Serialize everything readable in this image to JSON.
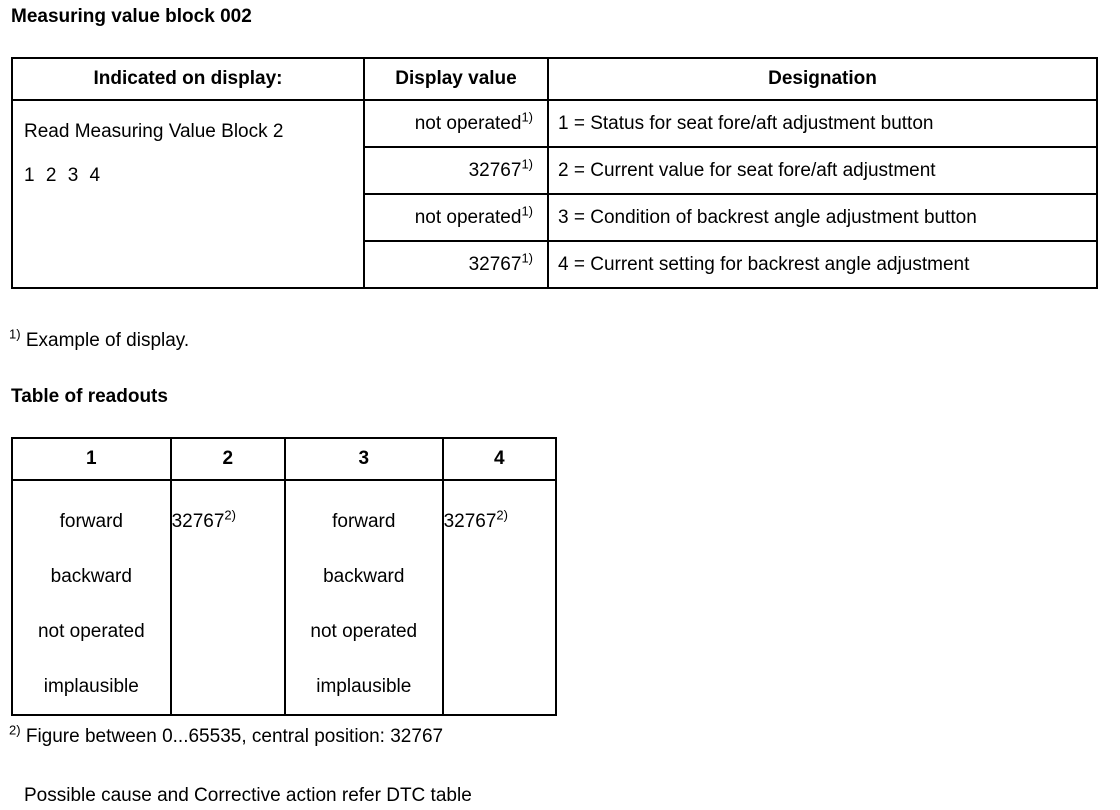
{
  "document": {
    "heading_main": "Measuring value block 002",
    "heading_readouts": "Table of readouts",
    "footnote_1_marker": "1)",
    "footnote_1_text": "Example of display.",
    "footnote_2_marker": "2)",
    "footnote_2_text": "Figure between 0...65535, central position: 32767",
    "closing_note": "Possible cause and Corrective action refer DTC table"
  },
  "measuring_value_table": {
    "headers": {
      "indicated": "Indicated on display:",
      "display_value": "Display value",
      "designation": "Designation"
    },
    "indicated_cell": {
      "line1": "Read Measuring Value Block 2",
      "line2": "1 2 3 4"
    },
    "rows": [
      {
        "display_value": "not operated",
        "display_value_sup": "1)",
        "designation": "1 = Status for seat fore/aft adjustment button"
      },
      {
        "display_value": "32767",
        "display_value_sup": "1)",
        "designation": "2 = Current value for seat fore/aft adjustment"
      },
      {
        "display_value": "not operated",
        "display_value_sup": "1)",
        "designation": "3 = Condition of backrest angle adjustment button"
      },
      {
        "display_value": "32767",
        "display_value_sup": "1)",
        "designation": "4 = Current setting for backrest angle adjustment"
      }
    ]
  },
  "readouts_table": {
    "headers": [
      "1",
      "2",
      "3",
      "4"
    ],
    "columns": [
      {
        "align": "center",
        "values": [
          "forward",
          "backward",
          "not operated",
          "implausible"
        ],
        "sup": ""
      },
      {
        "align": "left",
        "values": [
          "32767"
        ],
        "sup": "2)"
      },
      {
        "align": "center",
        "values": [
          "forward",
          "backward",
          "not operated",
          "implausible"
        ],
        "sup": ""
      },
      {
        "align": "left",
        "values": [
          "32767"
        ],
        "sup": "2)"
      }
    ]
  },
  "colors": {
    "page_background": "#ffffff",
    "text": "#000000",
    "table_border": "#000000"
  }
}
